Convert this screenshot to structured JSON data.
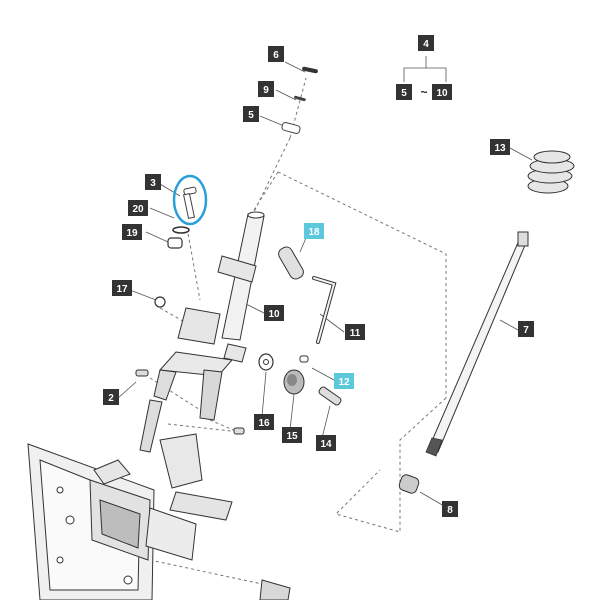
{
  "callouts": [
    {
      "text": "6"
    },
    {
      "text": "9"
    },
    {
      "text": "5"
    },
    {
      "text": "4"
    },
    {
      "text": "5"
    },
    {
      "text": "~"
    },
    {
      "text": "10"
    },
    {
      "text": "13"
    },
    {
      "text": "3"
    },
    {
      "text": "20"
    },
    {
      "text": "19"
    },
    {
      "text": "18"
    },
    {
      "text": "17"
    },
    {
      "text": "10"
    },
    {
      "text": "11"
    },
    {
      "text": "7"
    },
    {
      "text": "12"
    },
    {
      "text": "2"
    },
    {
      "text": "16"
    },
    {
      "text": "15"
    },
    {
      "text": "14"
    },
    {
      "text": "8"
    }
  ],
  "colors": {
    "label_bg": "#333333",
    "highlight_bg": "#5bc8dc",
    "circle": "#2a9fd8"
  }
}
